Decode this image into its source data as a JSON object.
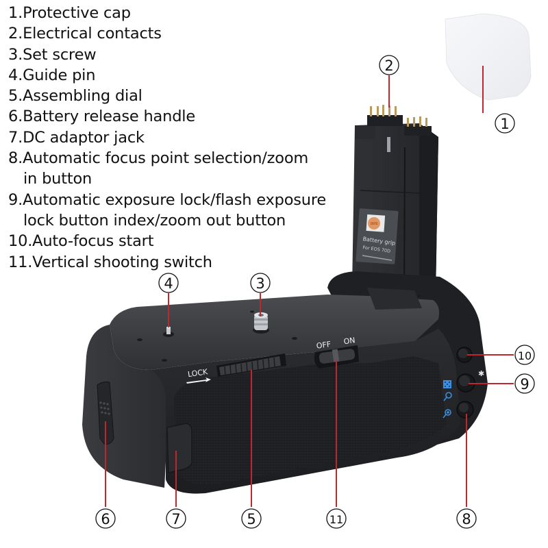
{
  "diagram": {
    "subject": "Battery grip",
    "legend": [
      {
        "num": "1",
        "text": "1.Protective cap"
      },
      {
        "num": "2",
        "text": "2.Electrical contacts"
      },
      {
        "num": "3",
        "text": "3.Set screw"
      },
      {
        "num": "4",
        "text": "4.Guide pin"
      },
      {
        "num": "5",
        "text": "5.Assembling dial"
      },
      {
        "num": "6",
        "text": "6.Battery release handle"
      },
      {
        "num": "7",
        "text": "7.DC adaptor jack"
      },
      {
        "num": "8",
        "text": "8.Automatic focus point selection/zoom",
        "cont": "in button"
      },
      {
        "num": "9",
        "text": "9.Automatic exposure lock/flash exposure",
        "cont": "lock button index/zoom out button"
      },
      {
        "num": "10",
        "text": "10.Auto-focus start"
      },
      {
        "num": "11",
        "text": "11.Vertical shooting switch"
      }
    ],
    "callouts": {
      "c1": "1",
      "c2": "2",
      "c3": "3",
      "c4": "4",
      "c5": "5",
      "c6": "6",
      "c7": "7",
      "c8": "8",
      "c9": "9",
      "c10": "10",
      "c11": "11"
    },
    "product_markings": {
      "lock_label": "LOCK",
      "switch_off": "OFF",
      "switch_on": "ON",
      "battery_label_title": "Battery grip",
      "battery_label_model": "For EOS 70D",
      "brand_logo": "DSTE"
    },
    "icons": [
      "af-point-selection-icon",
      "zoom-out-icon",
      "zoom-in-icon",
      "star-ae-lock-icon"
    ],
    "colors": {
      "leader_line": "#c0272d",
      "body_dark": "#2a2b2e",
      "body_top": "#3b3d41",
      "accent_blue": "#2f7fd6",
      "cap_white": "#f4f5f7"
    }
  }
}
